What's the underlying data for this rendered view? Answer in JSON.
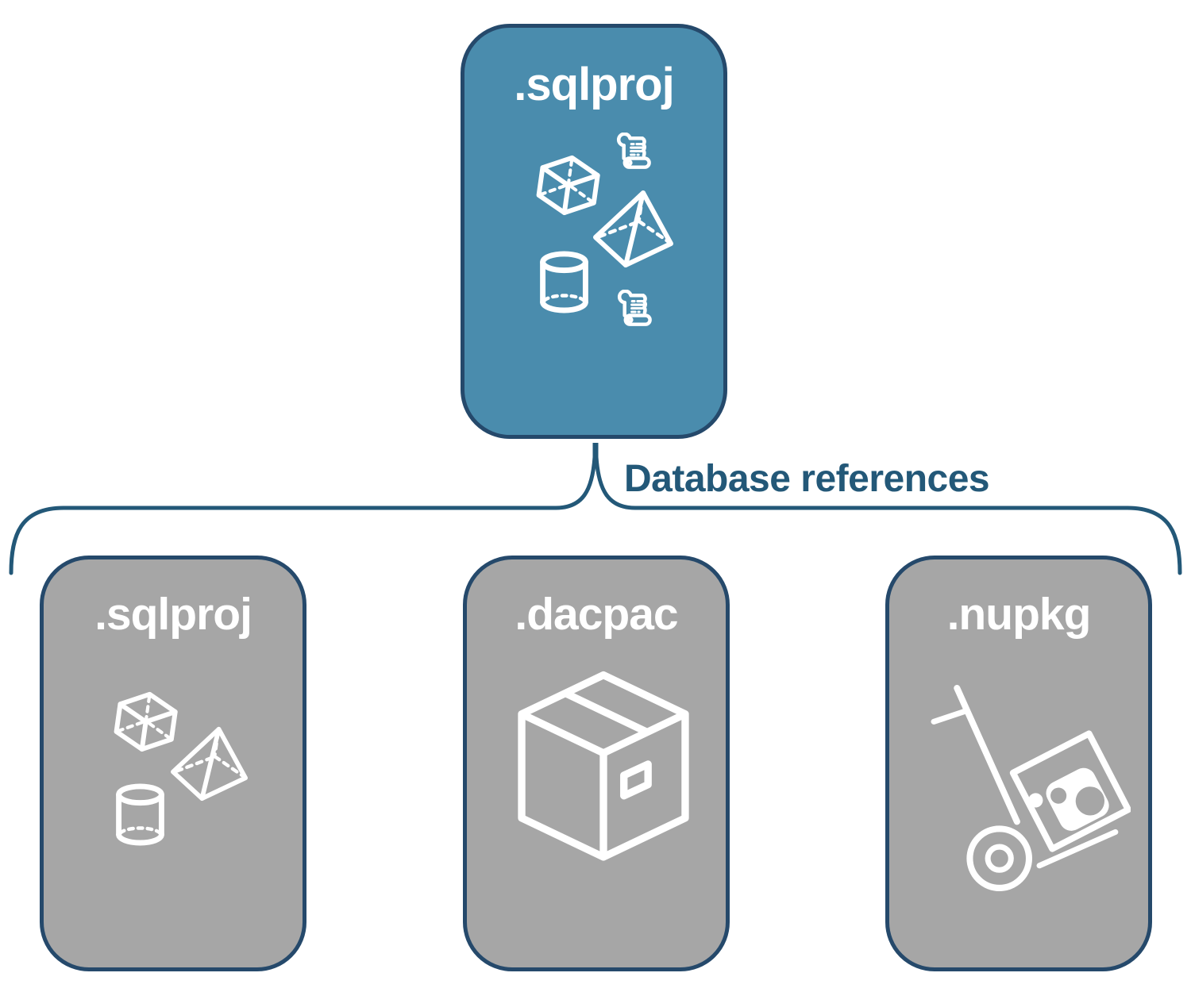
{
  "colors": {
    "accent_teal": "#4a8cad",
    "box_gray": "#a6a6a6",
    "border_navy": "#25496b",
    "connector_blue": "#235878",
    "icon_white": "#ffffff"
  },
  "top_box": {
    "label": ".sqlproj",
    "icons": [
      "scroll-icon",
      "cube-icon",
      "pyramid-icon",
      "cylinder-icon",
      "scroll-icon"
    ]
  },
  "connector": {
    "label": "Database references"
  },
  "bottom_boxes": [
    {
      "label": ".sqlproj",
      "icons": [
        "cube-icon",
        "pyramid-icon",
        "cylinder-icon"
      ]
    },
    {
      "label": ".dacpac",
      "icons": [
        "package-box-icon"
      ]
    },
    {
      "label": ".nupkg",
      "icons": [
        "hand-truck-icon",
        "nuget-package-icon"
      ]
    }
  ]
}
